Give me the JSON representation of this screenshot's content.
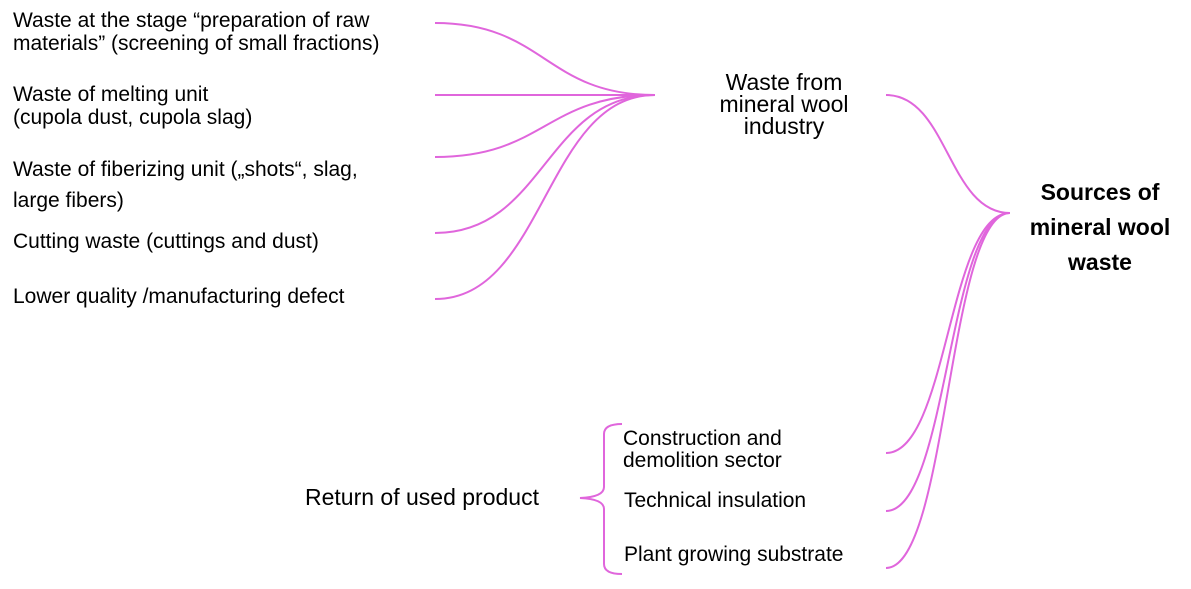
{
  "colors": {
    "connector": "#e066dc",
    "text": "#000000",
    "background": "#ffffff"
  },
  "root": {
    "label": "Sources of\nmineral wool\nwaste"
  },
  "industry": {
    "label": "Waste from\nmineral wool\nindustry",
    "items": [
      {
        "label": "Waste at the stage “preparation of raw\nmaterials” (screening of small fractions)"
      },
      {
        "label": "Waste of melting unit\n(cupola dust, cupola slag)"
      },
      {
        "label": "Waste of fiberizing unit („shots“, slag,\nlarge fibers)"
      },
      {
        "label": "Cutting waste (cuttings and dust)"
      },
      {
        "label": "Lower quality /manufacturing defect"
      }
    ]
  },
  "returns": {
    "label": "Return of used product",
    "items": [
      {
        "label": "Construction and\ndemolition sector"
      },
      {
        "label": "Technical insulation"
      },
      {
        "label": "Plant growing substrate"
      }
    ]
  }
}
